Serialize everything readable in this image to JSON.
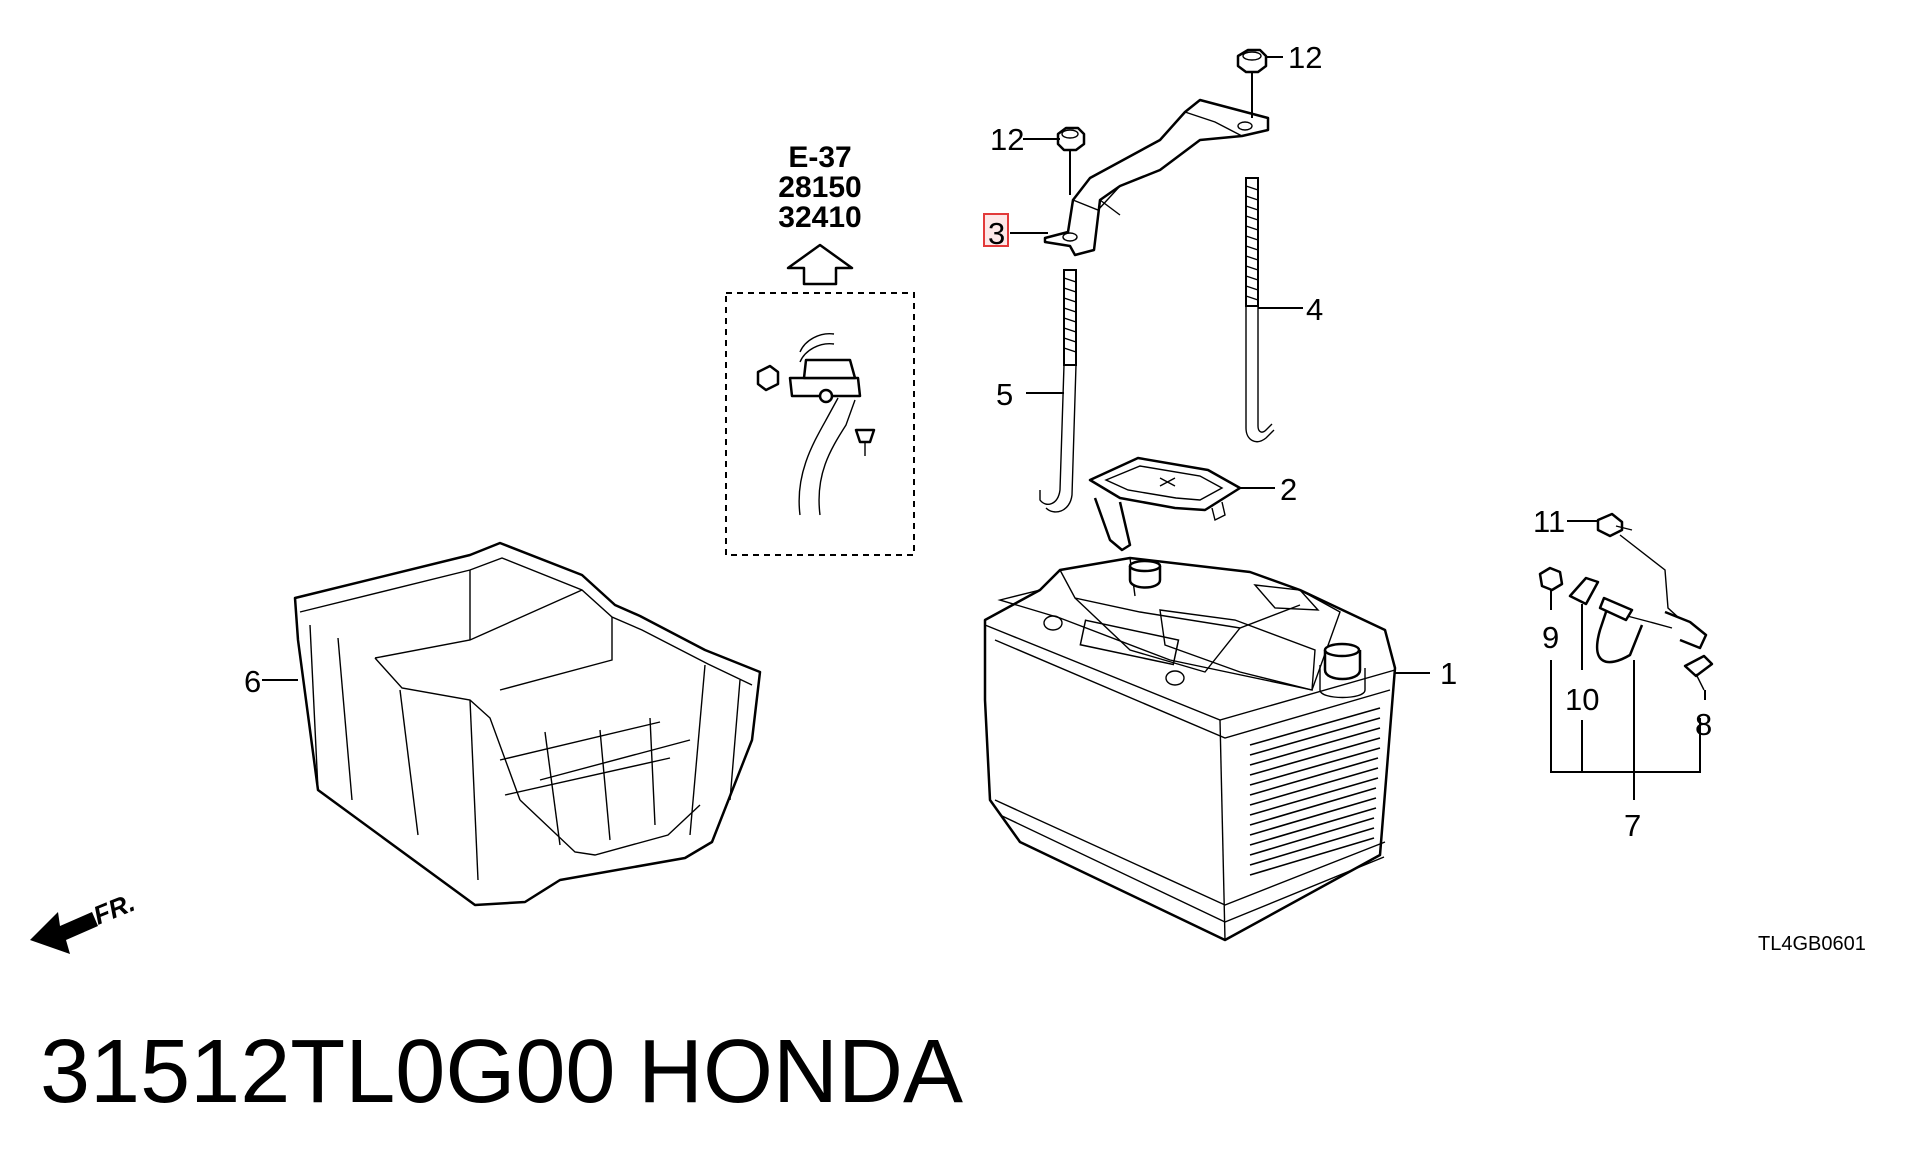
{
  "diagram": {
    "reference_box": {
      "lines": [
        "E-37",
        "28150",
        "32410"
      ]
    },
    "callouts": {
      "c1": "1",
      "c2": "2",
      "c3": "3",
      "c4": "4",
      "c5": "5",
      "c6": "6",
      "c7": "7",
      "c8": "8",
      "c9": "9",
      "c10": "10",
      "c11": "11",
      "c12a": "12",
      "c12b": "12"
    },
    "highlighted_callout": "3",
    "front_indicator": "FR.",
    "drawing_code": "TL4GB0601"
  },
  "caption": {
    "part_number": "31512TL0G00",
    "brand": "HONDA"
  },
  "colors": {
    "highlight_border": "#e23a3a",
    "highlight_fill": "#fde8e8",
    "ink": "#000000",
    "paper": "#ffffff"
  }
}
